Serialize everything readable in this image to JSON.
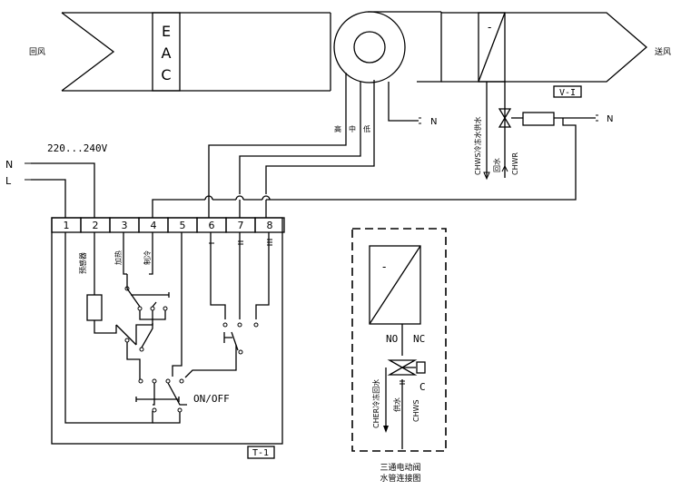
{
  "labels": {
    "return_air": "回风",
    "supply_air": "送风",
    "eac": [
      "E",
      "A",
      "C"
    ],
    "fan_speed_high": "高",
    "fan_speed_mid": "中",
    "fan_speed_low": "低",
    "neutral_fan": "N",
    "neutral_valve": "N",
    "supply_voltage": "220...240V",
    "power_n": "N",
    "power_l": "L",
    "coil_tag": "V-I",
    "coil_mark": "-",
    "chws_supply": "CHWS冷冻水供水",
    "return_water": "回水",
    "chwr": "CHWR",
    "thermostat_tag": "T-1",
    "terminals": [
      "1",
      "2",
      "3",
      "4",
      "5",
      "6",
      "7",
      "8"
    ],
    "sensor": "预感器",
    "heating": "加热",
    "cooling": "制冷",
    "on_off": "ON/OFF",
    "detail_coil_mark": "-",
    "valve_no": "NO",
    "valve_nc": "NC",
    "valve_c": "C",
    "chwr_return": "CHER冷冻回水",
    "supply_water": "供水",
    "chws": "CHWS",
    "caption_line1": "三通电动阀",
    "caption_line2": "水管连接图"
  }
}
